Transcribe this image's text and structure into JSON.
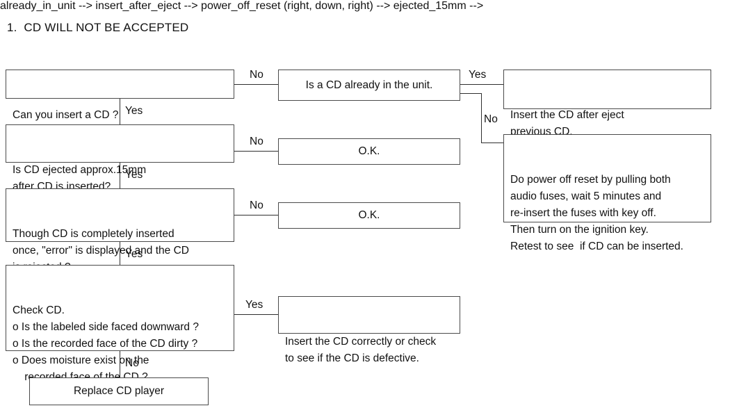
{
  "document": {
    "title": "1.  CD WILL NOT BE ACCEPTED"
  },
  "diagram": {
    "type": "flowchart",
    "nodes": {
      "can_insert": "Can you insert a CD ?",
      "already_in_unit": "Is a CD already in the unit.",
      "insert_after_eject": "Insert the CD after eject\nprevious CD.",
      "power_off_reset": "Do power off reset by pulling both\naudio fuses, wait 5 minutes and\nre-insert the fuses with key off.\nThen turn on the ignition key.\nRetest to see  if CD can be inserted.",
      "ejected_15mm": "Is CD ejected approx.15mm\nafter CD is inserted?",
      "ok_1": "O.K.",
      "error_displayed": "Though CD is completely inserted\nonce, \"error\" is displayed and the CD\nis rejected ?",
      "ok_2": "O.K.",
      "check_cd": "Check CD.\no Is the labeled side faced downward ?\no Is the recorded face of the CD dirty ?\no Does moisture exist on the\n    recorded face of the CD ?",
      "insert_correctly": "Insert the CD correctly or check\nto see if the CD is defective.",
      "replace_player": "Replace CD player"
    },
    "edge_labels": {
      "can_insert_no": "No",
      "can_insert_yes": "Yes",
      "already_in_unit_yes": "Yes",
      "already_in_unit_no": "No",
      "ejected_no": "No",
      "ejected_yes": "Yes",
      "error_no": "No",
      "error_yes": "Yes",
      "check_yes": "Yes",
      "check_no": "No"
    }
  }
}
